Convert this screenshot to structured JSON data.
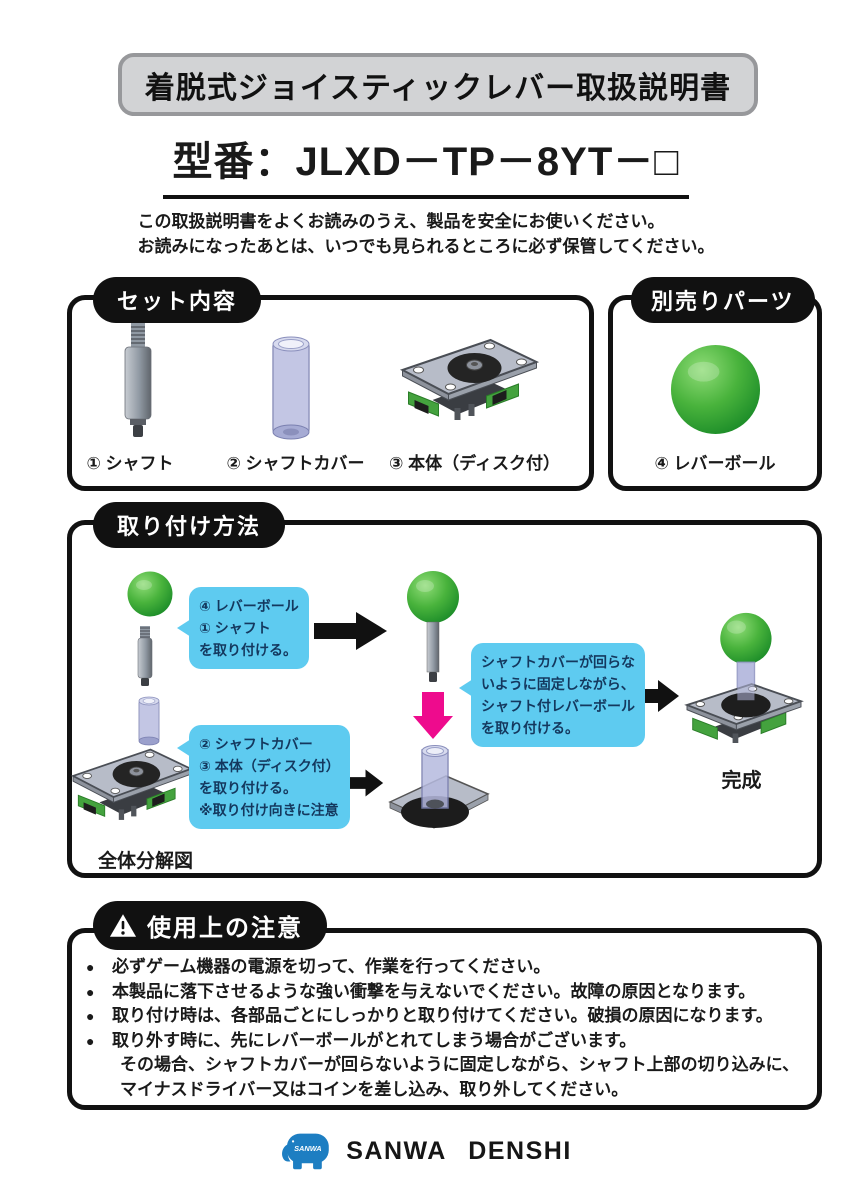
{
  "header": {
    "title": "着脱式ジョイスティックレバー取扱説明書",
    "model": "型番：JLXD－TP－8YT－□",
    "intro_line1": "この取扱説明書をよくお読みのうえ、製品を安全にお使いください。",
    "intro_line2": "お読みになったあとは、いつでも見られるところに必ず保管してください。"
  },
  "set_contents": {
    "label": "セット内容",
    "items": [
      {
        "caption": "① シャフト"
      },
      {
        "caption": "② シャフトカバー"
      },
      {
        "caption": "③ 本体（ディスク付）"
      }
    ]
  },
  "optional_parts": {
    "label": "別売りパーツ",
    "item_caption": "④ レバーボール"
  },
  "installation": {
    "label": "取り付け方法",
    "callout1": {
      "line1": "④ レバーボール",
      "line2": "① シャフト",
      "line3": "を取り付ける。"
    },
    "callout2": {
      "line1": "② シャフトカバー",
      "line2": "③ 本体（ディスク付）",
      "line3": "を取り付ける。",
      "line4": "※取り付け向きに注意"
    },
    "callout3": {
      "line1": "シャフトカバーが回らな",
      "line2": "いように固定しながら、",
      "line3": "シャフト付レバーボール",
      "line4": "を取り付ける。"
    },
    "exploded_view_label": "全体分解図",
    "complete_label": "完成"
  },
  "precautions": {
    "label": "使用上の注意",
    "bullet_mark": "●",
    "bullet1": "必ずゲーム機器の電源を切って、作業を行ってください。",
    "bullet2": "本製品に落下させるような強い衝撃を与えないでください。故障の原因となります。",
    "bullet3": "取り付け時は、各部品ごとにしっかりと取り付けてください。破損の原因になります。",
    "bullet4": "取り外す時に、先にレバーボールがとれてしまう場合がございます。",
    "bullet4_cont1": "その場合、シャフトカバーが回らないように固定しながら、シャフト上部の切り込みに、",
    "bullet4_cont2": "マイナスドライバー又はコインを差し込み、取り外してください。"
  },
  "footer": {
    "logo_text": "SANWA",
    "brand": "SANWA DENSHI"
  },
  "colors": {
    "accent-blue": "#5ecbf0",
    "arrow-pink": "#ee0b8d",
    "ball-green": "#3cb043",
    "pcb-green": "#44a23e",
    "logo-blue": "#1d7ec2",
    "title-gray": "#d2d3d5"
  }
}
